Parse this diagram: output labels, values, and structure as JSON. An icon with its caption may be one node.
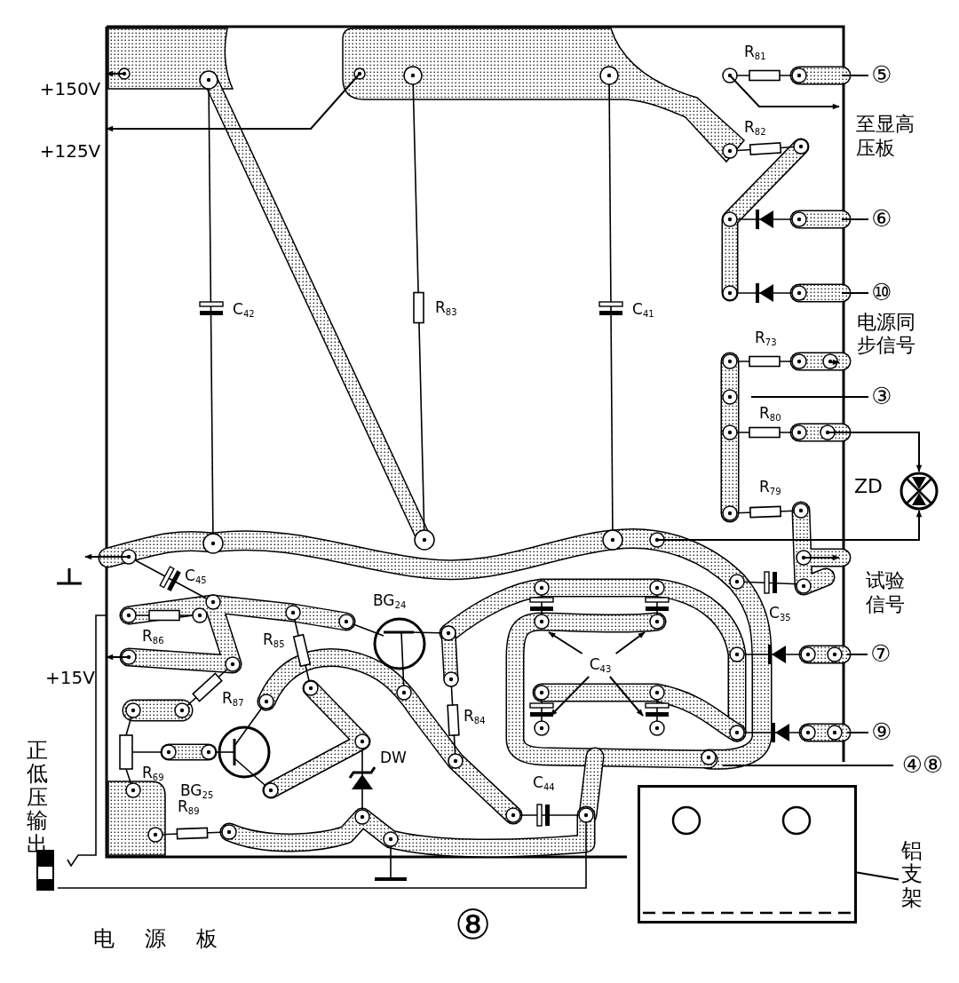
{
  "diagram": {
    "nodes": [
      {
        "text": [
          "+150V"
        ]
      },
      {
        "text": [
          "+125V"
        ]
      },
      {
        "text": [
          "⑤"
        ]
      },
      {
        "text": [
          "至显高压板"
        ]
      },
      {
        "text": [
          "⑥"
        ]
      },
      {
        "text": [
          "⑩"
        ]
      },
      {
        "text": [
          "电源同步信号"
        ]
      },
      {
        "text": [
          "③"
        ]
      },
      {
        "text": [],
        "shape": "circle",
        "beside": [
          "ZD"
        ]
      },
      {
        "text": [],
        "shape": "picture"
      },
      {
        "text": [
          "试验信号"
        ]
      },
      {
        "text": [
          "+15V"
        ]
      },
      {
        "text": [
          "⑦"
        ]
      },
      {
        "text": [
          "⑨"
        ]
      },
      {
        "text": [
          "④⑧"
        ]
      },
      {
        "text": [],
        "shape": "box"
      },
      {
        "text": [
          "铝支架"
        ]
      },
      {
        "text": [
          "C$_{43}$"
        ]
      }
    ],
    "edges": [
      {
        "from": null,
        "to": 0,
        "arrow": "to"
      },
      {
        "from": null,
        "to": 1,
        "arrow": "to"
      },
      {
        "from": 2,
        "to": null,
        "arrow": "none"
      },
      {
        "from": null,
        "to": 3,
        "arrow": "to"
      },
      {
        "from": 4,
        "to": null,
        "arrow": "none"
      },
      {
        "from": 5,
        "to": null,
        "arrow": "none"
      },
      {
        "from": null,
        "to": 6,
        "arrow": "to"
      },
      {
        "from": 7,
        "to": null,
        "arrow": "none"
      },
      {
        "from": null,
        "to": 8,
        "arrow": "to"
      },
      {
        "from": null,
        "to": 8,
        "arrow": "to"
      },
      {
        "from": null,
        "to": 9,
        "arrow": "to"
      },
      {
        "from": null,
        "to": 10,
        "arrow": "to"
      },
      {
        "from": null,
        "to": 11,
        "arrow": "to"
      },
      {
        "from": 12,
        "to": null,
        "arrow": "none"
      },
      {
        "from": 13,
        "to": null,
        "arrow": "none"
      },
      {
        "from": 14,
        "to": null,
        "arrow": "none"
      },
      {
        "from": 16,
        "to": 15,
        "arrow": "none"
      },
      {
        "from": 17,
        "to": null,
        "arrow": "to"
      },
      {
        "from": 17,
        "to": null,
        "arrow": "to"
      },
      {
        "from": 17,
        "to": null,
        "arrow": "to"
      },
      {
        "from": 17,
        "to": null,
        "arrow": "to"
      }
    ],
    "labels": [
      "R$_{81}$",
      "R$_{82}$",
      "C$_{42}$",
      "R$_{83}$",
      "C$_{41}$",
      "R$_{73}$",
      "R$_{80}$",
      "R$_{79}$",
      "C$_{45}$",
      "BG$_{24}$",
      "C$_{35}$",
      "R$_{86}$",
      "R$_{85}$",
      "R$_{87}$",
      "R$_{84}$",
      "R$_{69}$",
      "BG$_{25}$",
      "DW",
      "C$_{44}$",
      "R$_{89}$",
      "正低压输出",
      "电源板",
      "⑧"
    ]
  }
}
